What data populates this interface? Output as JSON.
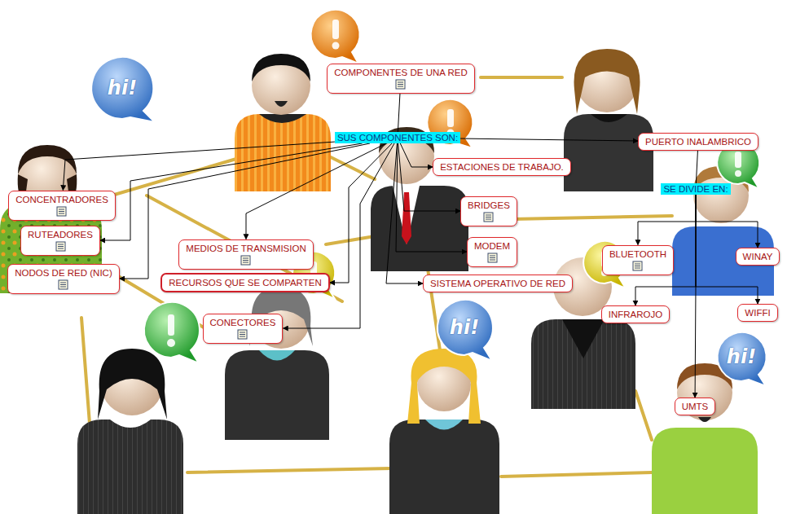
{
  "diagram": {
    "nodes": [
      {
        "text": [
          "COMPONENTES DE UNA RED"
        ]
      },
      {
        "text": [
          "SUS COMPONENTES SON:"
        ]
      },
      {
        "text": [
          "PUERTO INALAMBRICO"
        ]
      },
      {
        "text": [
          "ESTACIONES DE TRABAJO."
        ]
      },
      {
        "text": [
          "CONCENTRADORES"
        ]
      },
      {
        "text": [
          "SE DIVIDE EN:"
        ]
      },
      {
        "text": [
          "BRIDGES"
        ]
      },
      {
        "text": [
          "RUTEADORES"
        ]
      },
      {
        "text": [
          "MODEM"
        ]
      },
      {
        "text": [
          "MEDIOS DE TRANSMISION"
        ]
      },
      {
        "text": [
          "BLUETOOTH"
        ]
      },
      {
        "text": [
          "WINAY"
        ]
      },
      {
        "text": [
          "NODOS DE RED (NIC)"
        ]
      },
      {
        "text": [
          "RECURSOS QUE SE COMPARTEN"
        ]
      },
      {
        "text": [
          "SISTEMA OPERATIVO DE RED"
        ]
      },
      {
        "text": [
          "INFRAROJO"
        ]
      },
      {
        "text": [
          "WIFFI"
        ]
      },
      {
        "text": [
          "CONECTORES"
        ]
      },
      {
        "text": [
          "UMTS"
        ]
      }
    ],
    "edges": [
      {
        "from": 0,
        "to": 1,
        "arrow": "none"
      },
      {
        "from": 1,
        "to": 2,
        "arrow": "to"
      },
      {
        "from": 1,
        "to": 3,
        "arrow": "to"
      },
      {
        "from": 1,
        "to": 4,
        "arrow": "to"
      },
      {
        "from": 1,
        "to": 6,
        "arrow": "to"
      },
      {
        "from": 1,
        "to": 7,
        "arrow": "to"
      },
      {
        "from": 1,
        "to": 8,
        "arrow": "to"
      },
      {
        "from": 1,
        "to": 9,
        "arrow": "to"
      },
      {
        "from": 1,
        "to": 12,
        "arrow": "to"
      },
      {
        "from": 1,
        "to": 13,
        "arrow": "to"
      },
      {
        "from": 1,
        "to": 14,
        "arrow": "to"
      },
      {
        "from": 1,
        "to": 17,
        "arrow": "to"
      },
      {
        "from": 2,
        "to": 5,
        "arrow": "none"
      },
      {
        "from": 5,
        "to": 10,
        "arrow": "to"
      },
      {
        "from": 5,
        "to": 11,
        "arrow": "to"
      },
      {
        "from": 5,
        "to": 15,
        "arrow": "to"
      },
      {
        "from": 5,
        "to": 16,
        "arrow": "to"
      },
      {
        "from": 5,
        "to": 18,
        "arrow": "to"
      }
    ],
    "labels": [
      "hi!",
      "hi!",
      "hi!"
    ]
  }
}
